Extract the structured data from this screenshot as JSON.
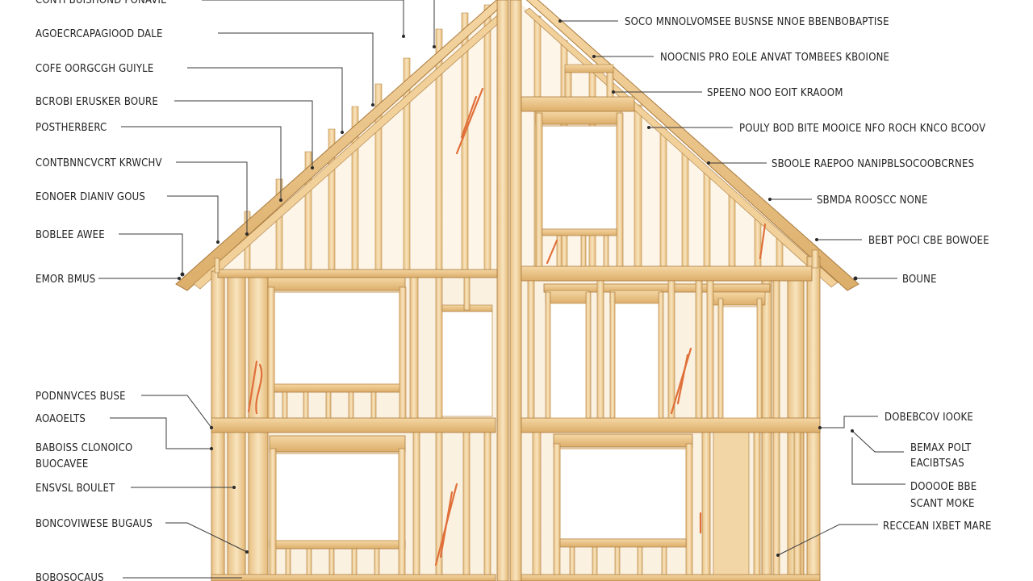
{
  "diagram": {
    "colors": {
      "lumber_light": "#f6dfb7",
      "lumber_mid": "#e9c48a",
      "lumber_edge": "#b98a4a",
      "orange_detail": "#e0703a",
      "leader_line": "#3a3a3a",
      "text": "#222222",
      "background": "#ffffff"
    },
    "labels_left": [
      "CONTI BUISHOND PONAVIE",
      "AGOECRCAPAGIOOD DALE",
      "COFE OORGCGH GUIYLE",
      "BCROBI ERUSKER BOURE",
      "POSTHERBERC",
      "CONTBNNCVCRT KRWCHV",
      "EONOER DIANIV GOUS",
      "BOBLEE AWEE",
      "EMOR BMUS",
      "PODNNVCES BUSE",
      "AOAOELTS",
      "BABOISS CLONOICO",
      "BUOCAVEE",
      "ENSVSL BOULET",
      "BONCOVIWESE BUGAUS",
      "BOBOSOCAUS"
    ],
    "labels_right": [
      "SOCO MNNOLVOMSEE BUSNSE NNOE BBENBOBAPTISE",
      "NOOCNIS PRO EOLE ANVAT TOMBEES KBOIONE",
      "SPEENO NOO EOIT KRAOOM",
      "POULY BOD BITE MOOICE NFO ROCH KNCO BCOOV",
      "SBOOLE RAEPOO NANIPBLSOCOOBCRNES",
      "SBMDA ROOSCC NONE",
      "BEBT POCI CBE BOWOEE",
      "BOUNE",
      "DOBEBCOV IOOKE",
      "BEMAX POLT",
      "EACIBTSAS",
      "DOOOOE BBE",
      "SCANT MOKE",
      "RECCEAN IXBET MARE"
    ]
  }
}
